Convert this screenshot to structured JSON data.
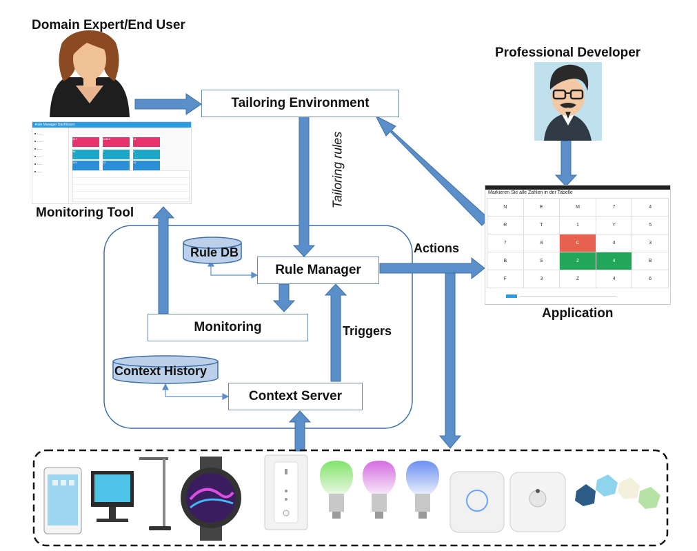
{
  "actors": {
    "end_user": "Domain Expert/End User",
    "developer": "Professional Developer"
  },
  "components": {
    "tailoring_environment": "Tailoring Environment",
    "rule_manager": "Rule Manager",
    "monitoring": "Monitoring",
    "context_server": "Context Server",
    "rule_db": "Rule DB",
    "context_history": "Context History"
  },
  "labels": {
    "monitoring_tool": "Monitoring Tool",
    "application": "Application",
    "tailoring_rules": "Tailoring rules",
    "actions": "Actions",
    "triggers": "Triggers"
  },
  "monitoring_tool_screen": {
    "header": "Rule Manager Dashboard",
    "tiles": [
      "247",
      "10613",
      "14",
      "96",
      "7",
      "5",
      "240",
      "52",
      "42"
    ]
  },
  "app_screen": {
    "title": "Markieren Sie alle Zahlen in der Tabelle",
    "rows": [
      [
        "N",
        "E",
        "M",
        "7",
        "4"
      ],
      [
        "R",
        "T",
        "1",
        "Y",
        "5"
      ],
      [
        "7",
        "8",
        "C",
        "4",
        "3"
      ],
      [
        "B",
        "S",
        "2",
        "4",
        "B"
      ],
      [
        "F",
        "3",
        "Z",
        "4",
        "6"
      ]
    ]
  },
  "colors": {
    "arrow": "#5b8fca",
    "arrow_border": "#3d6fa8",
    "highlight_red": "#e8614e",
    "highlight_green": "#21a65a"
  },
  "devices": [
    "tablet-icon",
    "monitor-icon",
    "floor-lamp-icon",
    "smartwatch-icon",
    "dimmer-switch-icon",
    "smart-bulb-icon",
    "smart-bulb-icon",
    "smart-bulb-icon",
    "hub-bridge-icon",
    "motion-sensor-icon",
    "beacon-icon"
  ]
}
